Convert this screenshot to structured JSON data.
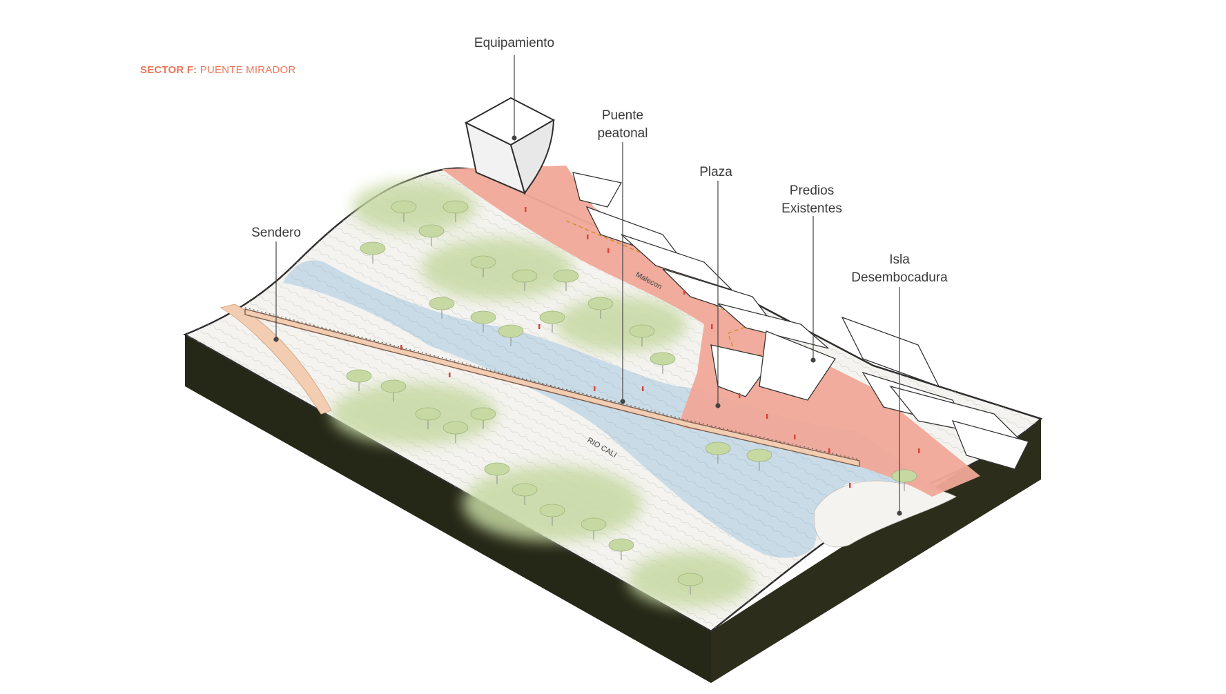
{
  "sector": {
    "prefix": "SECTOR F:",
    "name": "PUENTE MIRADOR"
  },
  "labels": {
    "equipamiento": "Equipamiento",
    "puente_l1": "Puente",
    "puente_l2": "peatonal",
    "plaza": "Plaza",
    "predios_l1": "Predios",
    "predios_l2": "Existentes",
    "sendero": "Sendero",
    "isla_l1": "Isla",
    "isla_l2": "Desembocadura"
  },
  "map_labels": {
    "malecon": "Malecon",
    "rio": "RIO CALI"
  },
  "colors": {
    "accent": "#e8775a",
    "soil": "#262817",
    "terrain": "#f4f3ef",
    "river": "#c9dbe6",
    "plaza": "#f0a898",
    "vegetation": "#c7d9a3",
    "path": "#f2cdb2",
    "building": "#ffffff",
    "leader": "#444444"
  }
}
